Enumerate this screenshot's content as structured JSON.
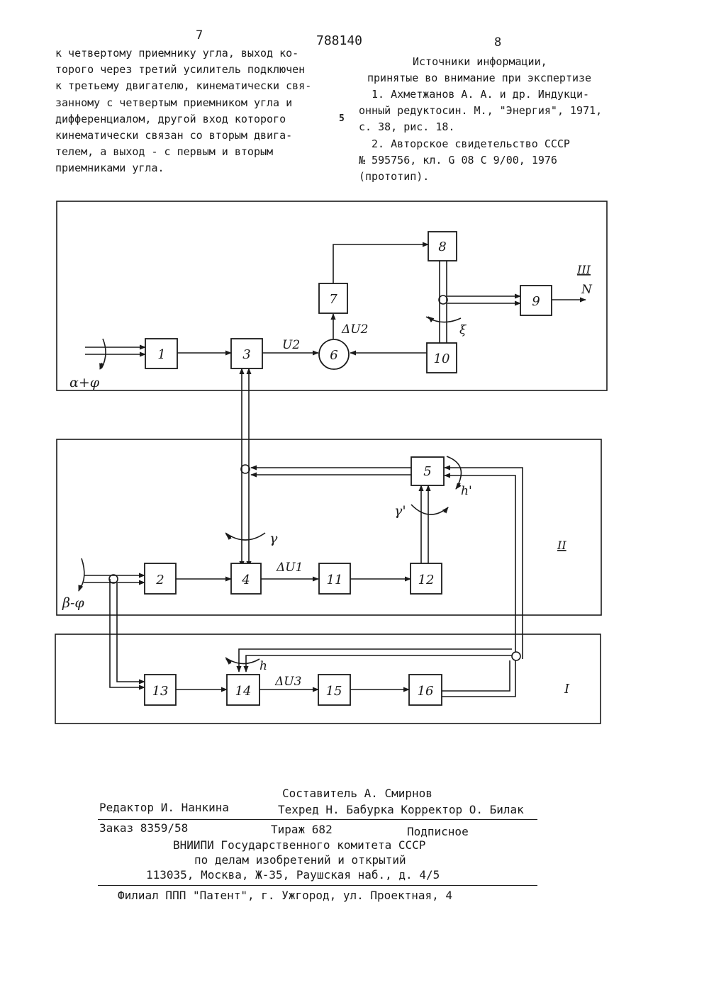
{
  "header": {
    "left_page": "7",
    "patent_number": "788140",
    "right_page": "8"
  },
  "left_column": {
    "lines": [
      "к четвертому приемнику угла, выход ко-",
      "торого через третий усилитель подключен",
      "к третьему двигателю, кинематически свя-",
      "занному с четвертым приемником угла и",
      "дифференциалом, другой вход которого",
      "кинематически связан со вторым двига-",
      "телем, а выход - с первым и вторым",
      "приемниками угла."
    ]
  },
  "right_column": {
    "heading_1": "Источники информации,",
    "heading_2": "принятые во внимание при экспертизе",
    "line_marker": "5",
    "lines": [
      "1. Ахметжанов А. А. и др. Индукци-",
      "онный редуктосин. М., \"Энергия\", 1971,",
      "с. 38, рис. 18.",
      "2. Авторское свидетельство СССР",
      "№ 595756, кл. G 08 С 9/00, 1976",
      "(прототип)."
    ]
  },
  "diagram": {
    "blocks": [
      "1",
      "2",
      "3",
      "4",
      "5",
      "7",
      "8",
      "9",
      "10",
      "11",
      "12",
      "13",
      "14",
      "15",
      "16"
    ],
    "summator": "6",
    "signals": {
      "u2": "U2",
      "du2": "ΔU2",
      "du1": "ΔU1",
      "du3": "ΔU3",
      "in_top": "α+φ",
      "in_mid": "β-φ",
      "out": "N",
      "xi": "ξ",
      "gamma": "γ",
      "gamma_p": "γ'",
      "h": "h",
      "h_p": "h'"
    },
    "sections": {
      "top": "III",
      "mid": "II",
      "bot": "I"
    }
  },
  "footer": {
    "compiler": "Составитель А. Смирнов",
    "editor": "Редактор И. Нанкина",
    "tech": "Техред Н. Бабурка Корректор О. Билак",
    "order": "Заказ 8359/58",
    "circulation": "Тираж 682",
    "subscription": "Подписное",
    "org_1": "ВНИИПИ Государственного комитета СССР",
    "org_2": "по делам изобретений и открытий",
    "address": "113035, Москва, Ж-35, Раушская наб., д. 4/5",
    "branch": "Филиал ППП \"Патент\", г. Ужгород, ул. Проектная, 4"
  }
}
